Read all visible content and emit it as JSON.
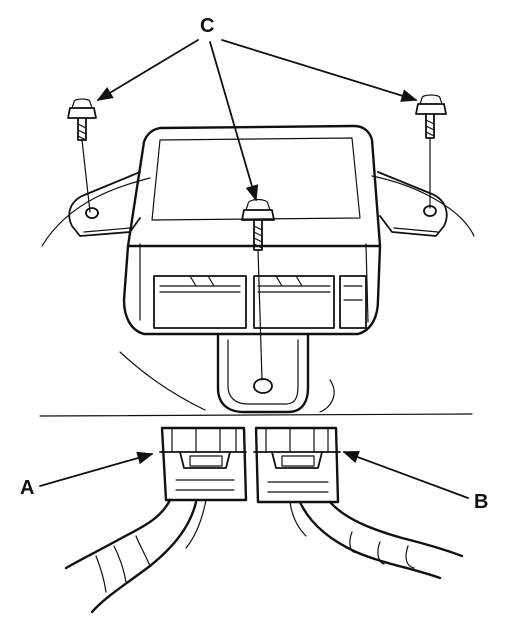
{
  "diagram": {
    "callouts": {
      "a": "A",
      "b": "B",
      "c": "C"
    },
    "colors": {
      "ink": "#111111",
      "paper": "#ffffff"
    }
  }
}
